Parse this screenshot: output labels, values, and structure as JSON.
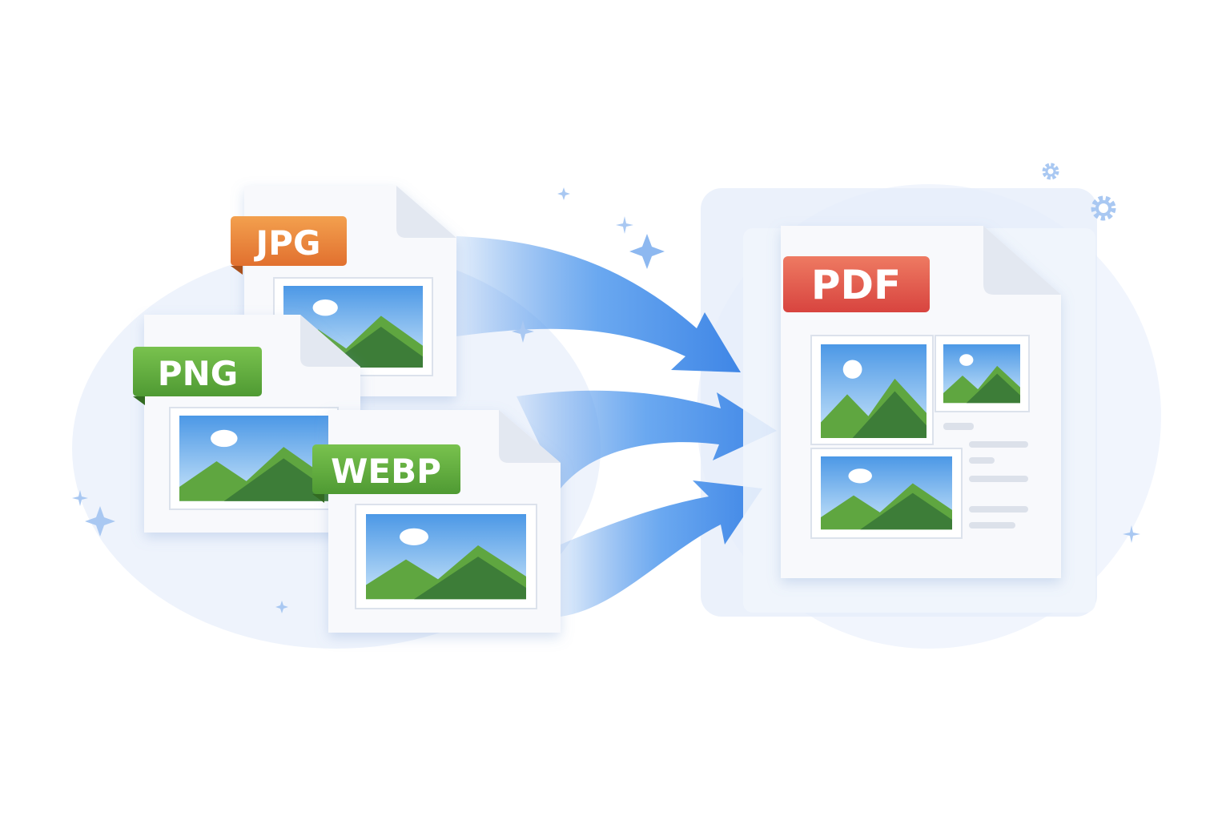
{
  "illustration": {
    "source_files": [
      {
        "label": "JPG",
        "color": "#E9823C"
      },
      {
        "label": "PNG",
        "color": "#62AE3F"
      },
      {
        "label": "WEBP",
        "color": "#62AE3F"
      }
    ],
    "target_file": {
      "label": "PDF",
      "color": "#DE5149"
    },
    "arrow_color": "#4A90E8",
    "accent_light": "#E6EEFA"
  }
}
